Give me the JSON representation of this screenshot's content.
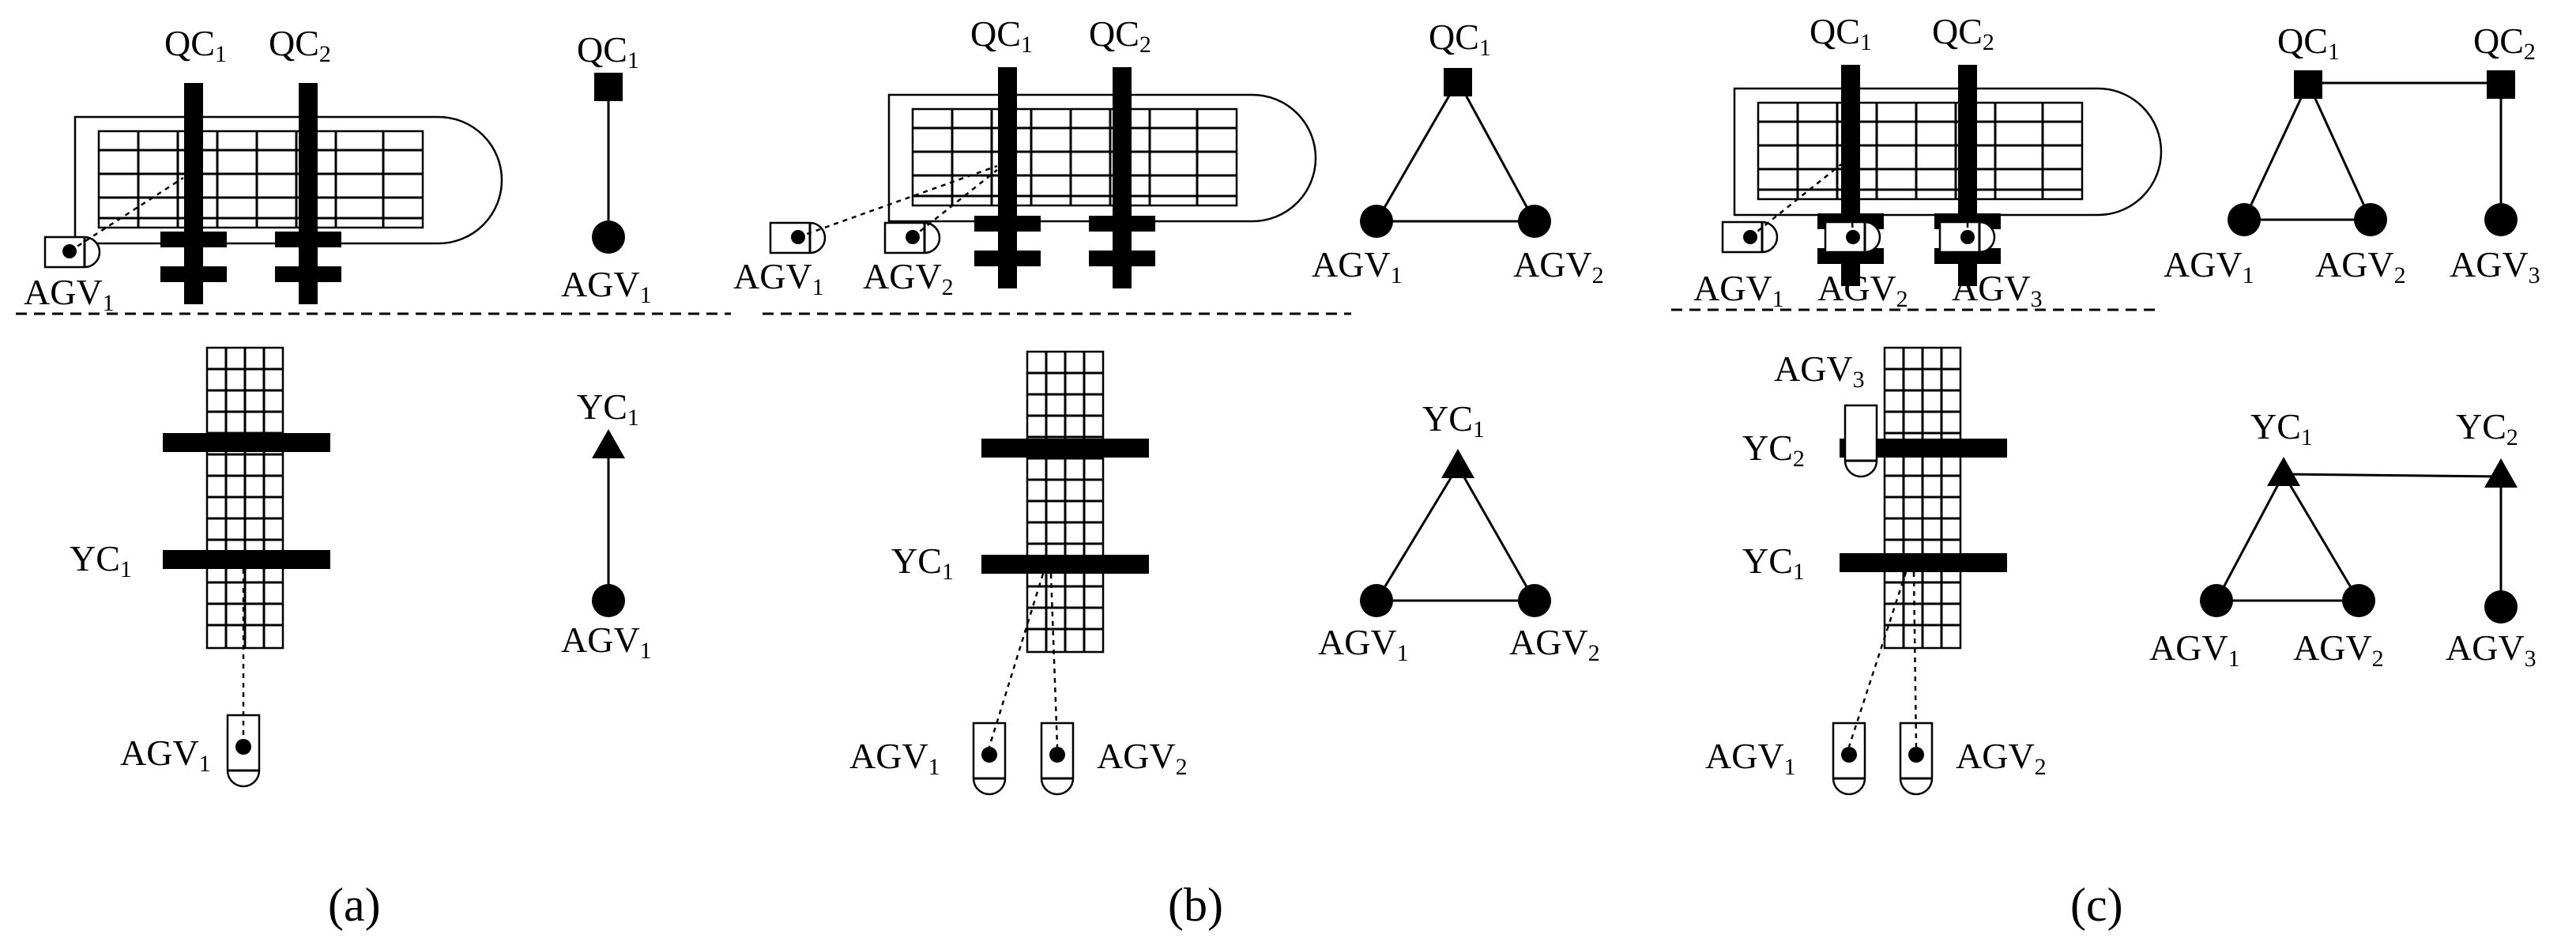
{
  "nodes": {
    "qc": "QC",
    "yc": "YC",
    "agv": "AGV"
  },
  "subscripts": {
    "one": "1",
    "two": "2",
    "three": "3"
  },
  "captions": {
    "a": "(a)",
    "b": "(b)",
    "c": "(c)"
  }
}
